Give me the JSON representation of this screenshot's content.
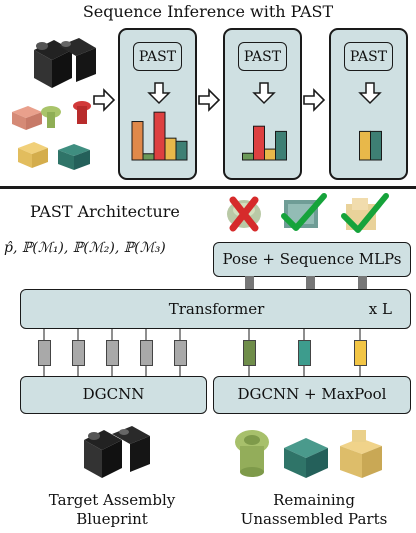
{
  "top": {
    "title": "Sequence Inference with PAST",
    "stage_label": "PAST",
    "stages": [
      {
        "bars": [
          {
            "color": "#e0894a",
            "level": 0.74
          },
          {
            "color": "#6b9a59",
            "level": 0.12
          },
          {
            "color": "#dd4040",
            "level": 0.92
          },
          {
            "color": "#e8b84a",
            "level": 0.42
          },
          {
            "color": "#3e7f74",
            "level": 0.36
          }
        ]
      },
      {
        "bars": [
          {
            "color": "#6b9a59",
            "level": 0.13
          },
          {
            "color": "#dd4040",
            "level": 0.65
          },
          {
            "color": "#e8b84a",
            "level": 0.21
          },
          {
            "color": "#3e7f74",
            "level": 0.55
          }
        ]
      },
      {
        "bars": [
          {
            "color": "#e8b84a",
            "level": 0.55
          },
          {
            "color": "#3e7f74",
            "level": 0.55
          }
        ]
      }
    ]
  },
  "bottom": {
    "title": "PAST Architecture",
    "output_formula": "p̂, ℙ(ℳ₁), ℙ(ℳ₂), ℙ(ℳ₃)",
    "mlp_label": "Pose + Sequence MLPs",
    "transformer_label": "Transformer",
    "repeat_label": "x L",
    "dgcnn_label": "DGCNN",
    "dgcnn_maxpool_label": "DGCNN + MaxPool",
    "blueprint_caption": [
      "Target Assembly",
      "Blueprint"
    ],
    "parts_caption": [
      "Remaining",
      "Unassembled Parts"
    ],
    "token_colors": {
      "grey": "#a9a9a9",
      "green": "#6f8d4a",
      "teal": "#3d9c8d",
      "yellow": "#f2c545"
    },
    "verdicts": [
      "reject-icon",
      "check-icon",
      "check-icon"
    ]
  }
}
